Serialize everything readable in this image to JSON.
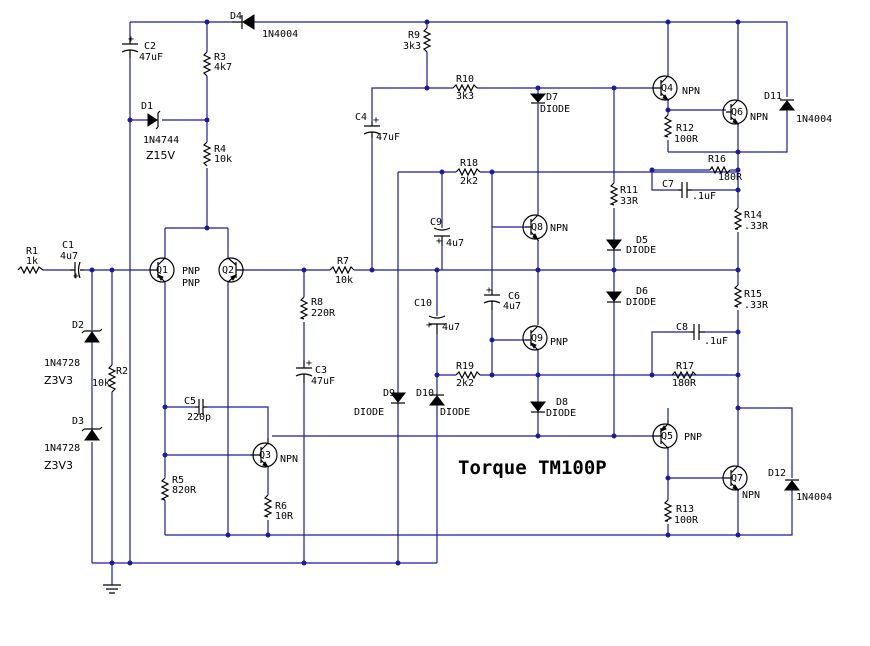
{
  "title": "Torque TM100P",
  "components": {
    "R1": {
      "ref": "R1",
      "value": "1k"
    },
    "R2": {
      "ref": "R2",
      "value": "10k"
    },
    "R3": {
      "ref": "R3",
      "value": "4k7"
    },
    "R4": {
      "ref": "R4",
      "value": "10k"
    },
    "R5": {
      "ref": "R5",
      "value": "820R"
    },
    "R6": {
      "ref": "R6",
      "value": "10R"
    },
    "R7": {
      "ref": "R7",
      "value": "10k"
    },
    "R8": {
      "ref": "R8",
      "value": "220R"
    },
    "R9": {
      "ref": "R9",
      "value": "3k3"
    },
    "R10": {
      "ref": "R10",
      "value": "3k3"
    },
    "R11": {
      "ref": "R11",
      "value": "33R"
    },
    "R12": {
      "ref": "R12",
      "value": "100R"
    },
    "R13": {
      "ref": "R13",
      "value": "100R"
    },
    "R14": {
      "ref": "R14",
      "value": ".33R"
    },
    "R15": {
      "ref": "R15",
      "value": ".33R"
    },
    "R16": {
      "ref": "R16",
      "value": "180R"
    },
    "R17": {
      "ref": "R17",
      "value": "180R"
    },
    "R18": {
      "ref": "R18",
      "value": "2k2"
    },
    "R19": {
      "ref": "R19",
      "value": "2k2"
    },
    "C1": {
      "ref": "C1",
      "value": "4u7"
    },
    "C2": {
      "ref": "C2",
      "value": "47uF"
    },
    "C3": {
      "ref": "C3",
      "value": "47uF"
    },
    "C4": {
      "ref": "C4",
      "value": "47uF"
    },
    "C5": {
      "ref": "C5",
      "value": "220p"
    },
    "C6": {
      "ref": "C6",
      "value": "4u7"
    },
    "C7": {
      "ref": "C7",
      "value": ".1uF"
    },
    "C8": {
      "ref": "C8",
      "value": ".1uF"
    },
    "C9": {
      "ref": "C9",
      "value": "4u7"
    },
    "C10": {
      "ref": "C10",
      "value": "4u7"
    },
    "D1": {
      "ref": "D1",
      "value": "1N4744",
      "extra": "Z15V"
    },
    "D2": {
      "ref": "D2",
      "value": "1N4728",
      "extra": "Z3V3"
    },
    "D3": {
      "ref": "D3",
      "value": "1N4728",
      "extra": "Z3V3"
    },
    "D4": {
      "ref": "D4",
      "value": "1N4004"
    },
    "D5": {
      "ref": "D5",
      "value": "DIODE"
    },
    "D6": {
      "ref": "D6",
      "value": "DIODE"
    },
    "D7": {
      "ref": "D7",
      "value": "DIODE"
    },
    "D8": {
      "ref": "D8",
      "value": "DIODE"
    },
    "D9": {
      "ref": "D9",
      "value": "DIODE"
    },
    "D10": {
      "ref": "D10",
      "value": "DIODE"
    },
    "D11": {
      "ref": "D11",
      "value": "1N4004"
    },
    "D12": {
      "ref": "D12",
      "value": "1N4004"
    },
    "Q1": {
      "ref": "Q1",
      "type": "PNP"
    },
    "Q2": {
      "ref": "Q2",
      "type": "PNP"
    },
    "Q3": {
      "ref": "Q3",
      "type": "NPN"
    },
    "Q4": {
      "ref": "Q4",
      "type": "NPN"
    },
    "Q5": {
      "ref": "Q5",
      "type": "PNP"
    },
    "Q6": {
      "ref": "Q6",
      "type": "NPN"
    },
    "Q7": {
      "ref": "Q7",
      "type": "NPN"
    },
    "Q8": {
      "ref": "Q8",
      "type": "NPN"
    },
    "Q9": {
      "ref": "Q9",
      "type": "PNP"
    }
  }
}
